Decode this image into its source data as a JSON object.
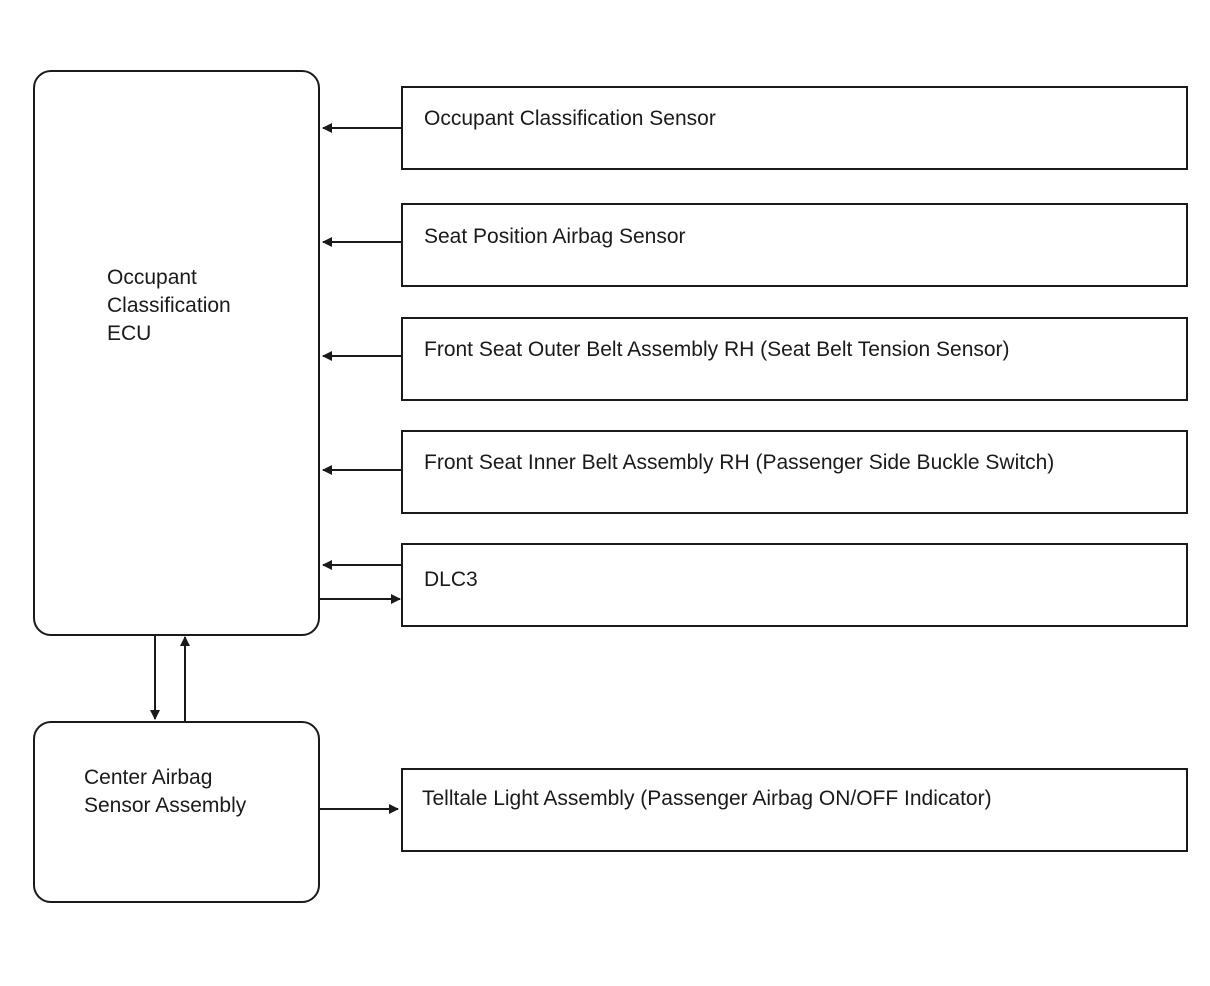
{
  "ecu": {
    "lines": [
      "Occupant",
      "Classification",
      "ECU"
    ]
  },
  "center_airbag": {
    "lines": [
      "Center Airbag",
      "Sensor Assembly"
    ]
  },
  "components": {
    "occupant_sensor": "Occupant Classification Sensor",
    "seat_position": "Seat Position Airbag Sensor",
    "outer_belt": "Front Seat Outer Belt Assembly RH (Seat Belt Tension Sensor)",
    "inner_belt": "Front Seat Inner Belt Assembly RH (Passenger Side Buckle Switch)",
    "dlc3": "DLC3",
    "telltale": "Telltale Light Assembly (Passenger Airbag ON/OFF Indicator)"
  }
}
